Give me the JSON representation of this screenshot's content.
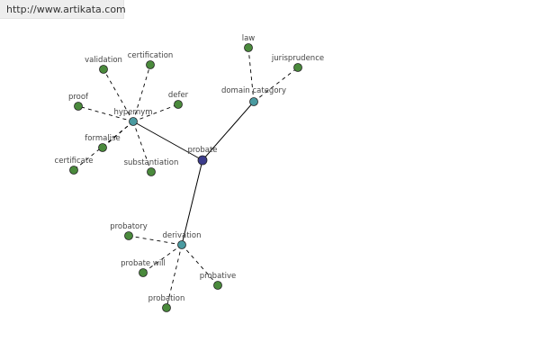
{
  "site": {
    "url": "http://www.artikata.com"
  },
  "graph": {
    "nodes": [
      {
        "id": "probate",
        "label": "probate",
        "kind": "center",
        "label_pos": "above"
      },
      {
        "id": "hypernym",
        "label": "hypernym",
        "kind": "relation",
        "label_pos": "above"
      },
      {
        "id": "domain",
        "label": "domain category",
        "kind": "relation",
        "label_pos": "above"
      },
      {
        "id": "derivation",
        "label": "derivation",
        "kind": "relation",
        "label_pos": "above"
      },
      {
        "id": "validation",
        "label": "validation",
        "kind": "word",
        "label_pos": "above"
      },
      {
        "id": "certification",
        "label": "certification",
        "kind": "word",
        "label_pos": "above"
      },
      {
        "id": "proof",
        "label": "proof",
        "kind": "word",
        "label_pos": "above"
      },
      {
        "id": "defer",
        "label": "defer",
        "kind": "word",
        "label_pos": "above"
      },
      {
        "id": "formalise",
        "label": "formalise",
        "kind": "word",
        "label_pos": "above"
      },
      {
        "id": "certificate",
        "label": "certificate",
        "kind": "word",
        "label_pos": "above"
      },
      {
        "id": "substantiation",
        "label": "substantiation",
        "kind": "word",
        "label_pos": "above"
      },
      {
        "id": "law",
        "label": "law",
        "kind": "word",
        "label_pos": "above"
      },
      {
        "id": "jurisprudence",
        "label": "jurisprudence",
        "kind": "word",
        "label_pos": "above"
      },
      {
        "id": "probatory",
        "label": "probatory",
        "kind": "word",
        "label_pos": "above"
      },
      {
        "id": "probate_will",
        "label": "probate will",
        "kind": "word",
        "label_pos": "above"
      },
      {
        "id": "probative",
        "label": "probative",
        "kind": "word",
        "label_pos": "above"
      },
      {
        "id": "probation",
        "label": "probation",
        "kind": "word",
        "label_pos": "above"
      }
    ],
    "edges": [
      {
        "from": "probate",
        "to": "hypernym",
        "style": "solid"
      },
      {
        "from": "probate",
        "to": "domain",
        "style": "solid"
      },
      {
        "from": "probate",
        "to": "derivation",
        "style": "solid"
      },
      {
        "from": "hypernym",
        "to": "validation",
        "style": "dashed"
      },
      {
        "from": "hypernym",
        "to": "certification",
        "style": "dashed"
      },
      {
        "from": "hypernym",
        "to": "proof",
        "style": "dashed"
      },
      {
        "from": "hypernym",
        "to": "defer",
        "style": "dashed"
      },
      {
        "from": "hypernym",
        "to": "formalise",
        "style": "dashed"
      },
      {
        "from": "hypernym",
        "to": "certificate",
        "style": "dashed"
      },
      {
        "from": "hypernym",
        "to": "substantiation",
        "style": "dashed"
      },
      {
        "from": "domain",
        "to": "law",
        "style": "dashed"
      },
      {
        "from": "domain",
        "to": "jurisprudence",
        "style": "dashed"
      },
      {
        "from": "derivation",
        "to": "probatory",
        "style": "dashed"
      },
      {
        "from": "derivation",
        "to": "probate_will",
        "style": "dashed"
      },
      {
        "from": "derivation",
        "to": "probative",
        "style": "dashed"
      },
      {
        "from": "derivation",
        "to": "probation",
        "style": "dashed"
      }
    ]
  },
  "colors": {
    "center_node": "#3c3c8c",
    "relation_node": "#4a9aa0",
    "word_node": "#4a8a3c",
    "node_stroke": "#222222",
    "edge": "#000000"
  }
}
